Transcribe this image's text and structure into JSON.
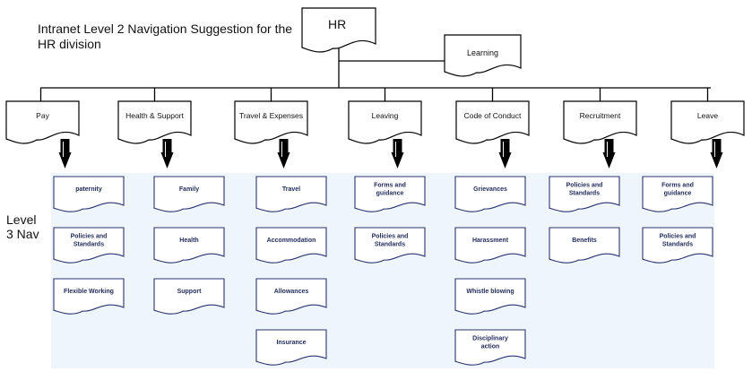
{
  "title": "Intranet Level 2 Navigation Suggestion for the HR division",
  "level3_label": "Level 3 Nav",
  "root": {
    "label": "HR"
  },
  "learning": {
    "label": "Learning"
  },
  "colors": {
    "stroke": "#000000",
    "panel": "#eef5fb",
    "level3_text": "#1f2a5a",
    "level3_border": "#2b3470"
  },
  "level2": [
    {
      "label": "Pay",
      "children": [
        "paternity",
        "Policies and Standards",
        "Flexible Working"
      ]
    },
    {
      "label": "Health & Support",
      "children": [
        "Family",
        "Health",
        "Support"
      ]
    },
    {
      "label": "Travel & Expenses",
      "children": [
        "Travel",
        "Accommodation",
        "Allowances",
        "Insurance"
      ]
    },
    {
      "label": "Leaving",
      "children": [
        "Forms and guidance",
        "Policies and Standards"
      ]
    },
    {
      "label": "Code of Conduct",
      "children": [
        "Grievances",
        "Harassment",
        "Whistle blowing",
        "Disciplinary action"
      ]
    },
    {
      "label": "Recruitment",
      "children": [
        "Policies and Standards",
        "Benefits"
      ]
    },
    {
      "label": "Leave",
      "children": [
        "Forms and guidance",
        "Policies and Standards"
      ]
    }
  ]
}
